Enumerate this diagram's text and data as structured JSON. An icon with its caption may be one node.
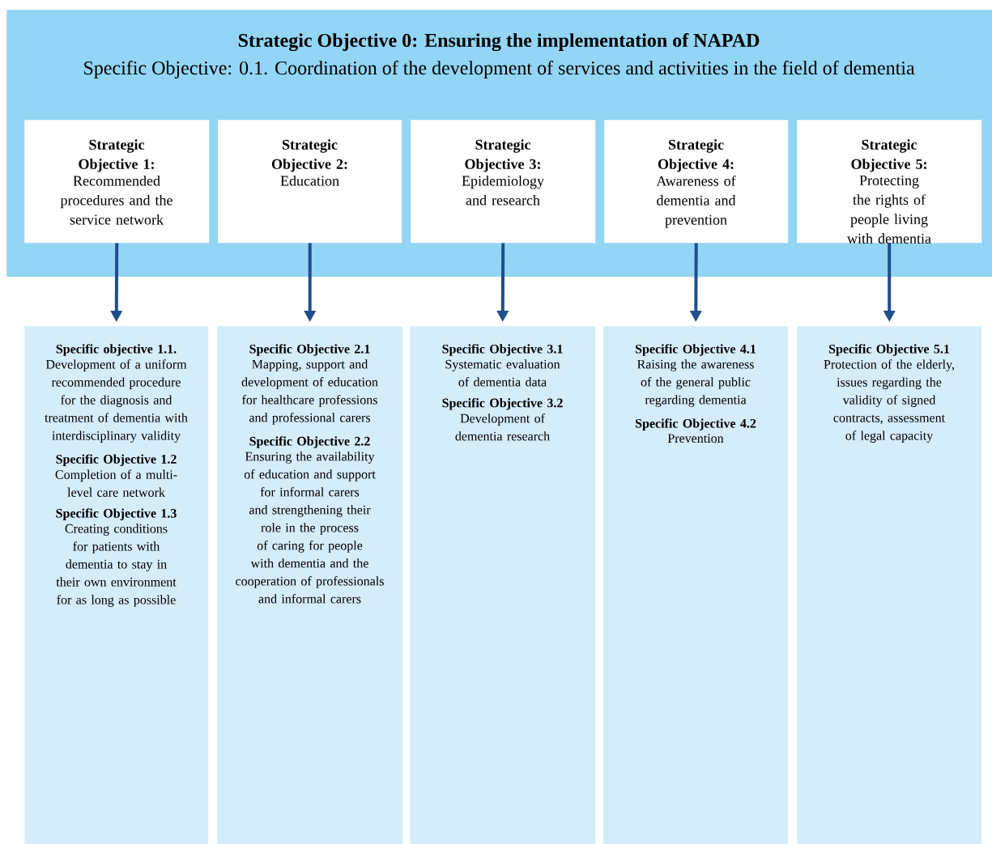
{
  "diagram": {
    "nodes": [
      {
        "text": [
          "Strategic Objective 0: Ensuring the implementation of NAPAD",
          "Specific Objective: 0.1. Coordination of the development of services and activities in the field of dementia"
        ]
      },
      {
        "text": [
          "Strategic Objective 1:",
          "Recommended procedures and the service network"
        ],
        "in": 0
      },
      {
        "text": [
          "Strategic Objective 2:",
          "Education"
        ],
        "in": 0
      },
      {
        "text": [
          "Strategic Objective 3:",
          "Epidemiology and research"
        ],
        "in": 0
      },
      {
        "text": [
          "Strategic Objective 4:",
          "Awareness of dementia and prevention"
        ],
        "in": 0
      },
      {
        "text": [
          "Strategic Objective 5:",
          "Protecting the rights of people living with dementia"
        ],
        "in": 0
      },
      {
        "text": [
          "Specific objective 1.1.",
          "Development of a uniform recommended procedure for the diagnosis and treatment of dementia with interdisciplinary validity",
          "Specific Objective 1.2",
          "Completion of a multi-level care network",
          "Specific Objective 1.3",
          "Creating conditions for patients with dementia to stay in their own environment for as long as possible"
        ]
      },
      {
        "text": [
          "Specific Objective 2.1",
          "Mapping, support and development of education for healthcare professions and professional carers",
          "Specific Objective 2.2",
          "Ensuring the availability of education and support for informal carers and strengthening their role in the process of caring for people with dementia and the cooperation of professionals and informal carers"
        ]
      },
      {
        "text": [
          "Specific Objective 3.1",
          "Systematic evaluation of dementia data",
          "Specific Objective 3.2",
          "Development of dementia research"
        ]
      },
      {
        "text": [
          "Specific Objective 4.1",
          "Raising the awareness of the general public regarding dementia",
          "Specific Objective 4.2",
          "Prevention"
        ]
      },
      {
        "text": [
          "Specific Objective 5.1",
          "Protection of the elderly, issues regarding the validity of signed contracts, assessment of legal capacity"
        ]
      }
    ],
    "edges": [
      {
        "from": 1,
        "to": 6,
        "arrow": "to"
      },
      {
        "from": 2,
        "to": 7,
        "arrow": "to"
      },
      {
        "from": 3,
        "to": 8,
        "arrow": "to"
      },
      {
        "from": 4,
        "to": 9,
        "arrow": "to"
      },
      {
        "from": 5,
        "to": 10,
        "arrow": "to"
      }
    ]
  }
}
